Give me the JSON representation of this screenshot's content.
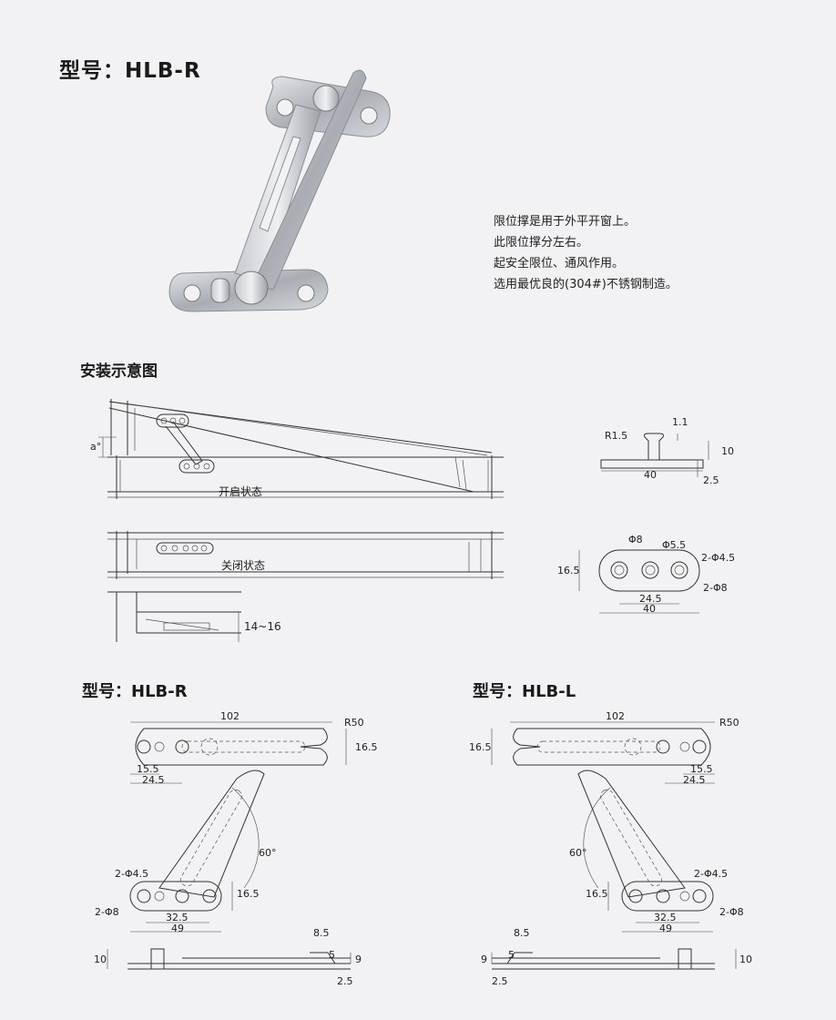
{
  "header": {
    "model_title": "型号：HLB-R"
  },
  "description": [
    "限位撑是用于外平开窗上。",
    "此限位撑分左右。",
    "起安全限位、通风作用。",
    "选用最优良的(304#)不锈钢制造。"
  ],
  "install": {
    "section_title": "安装示意图",
    "angle_label": "a°",
    "open_state": "开启状态",
    "closed_state": "关闭状态",
    "gap_label": "14~16"
  },
  "rivet": {
    "r_label": "R1.5",
    "dim_1": "1.1",
    "dim_height": "10",
    "dim_width": "40",
    "dim_thick": "2.5"
  },
  "plate": {
    "phi8": "Φ8",
    "phi55": "Φ5.5",
    "holes_45": "2-Φ4.5",
    "holes_8": "2-Φ8",
    "height": "16.5",
    "pitch": "24.5",
    "width": "40"
  },
  "model_r": {
    "title": "型号：HLB-R",
    "length": "102",
    "radius": "R50",
    "height": "16.5",
    "d155": "15.5",
    "d245": "24.5",
    "angle": "60°",
    "holes_45": "2-Φ4.5",
    "holes_8": "2-Φ8",
    "h165": "16.5",
    "d325": "32.5",
    "d49": "49",
    "s85": "8.5",
    "s10": "10",
    "s5": "5",
    "s9": "9",
    "s25": "2.5"
  },
  "model_l": {
    "title": "型号：HLB-L",
    "length": "102",
    "radius": "R50",
    "height": "16.5",
    "d155": "15.5",
    "d245": "24.5",
    "angle": "60°",
    "holes_45": "2-Φ4.5",
    "holes_8": "2-Φ8",
    "h165": "16.5",
    "d325": "32.5",
    "d49": "49",
    "s85": "8.5",
    "s10": "10",
    "s5": "5",
    "s9": "9",
    "s25": "2.5"
  }
}
